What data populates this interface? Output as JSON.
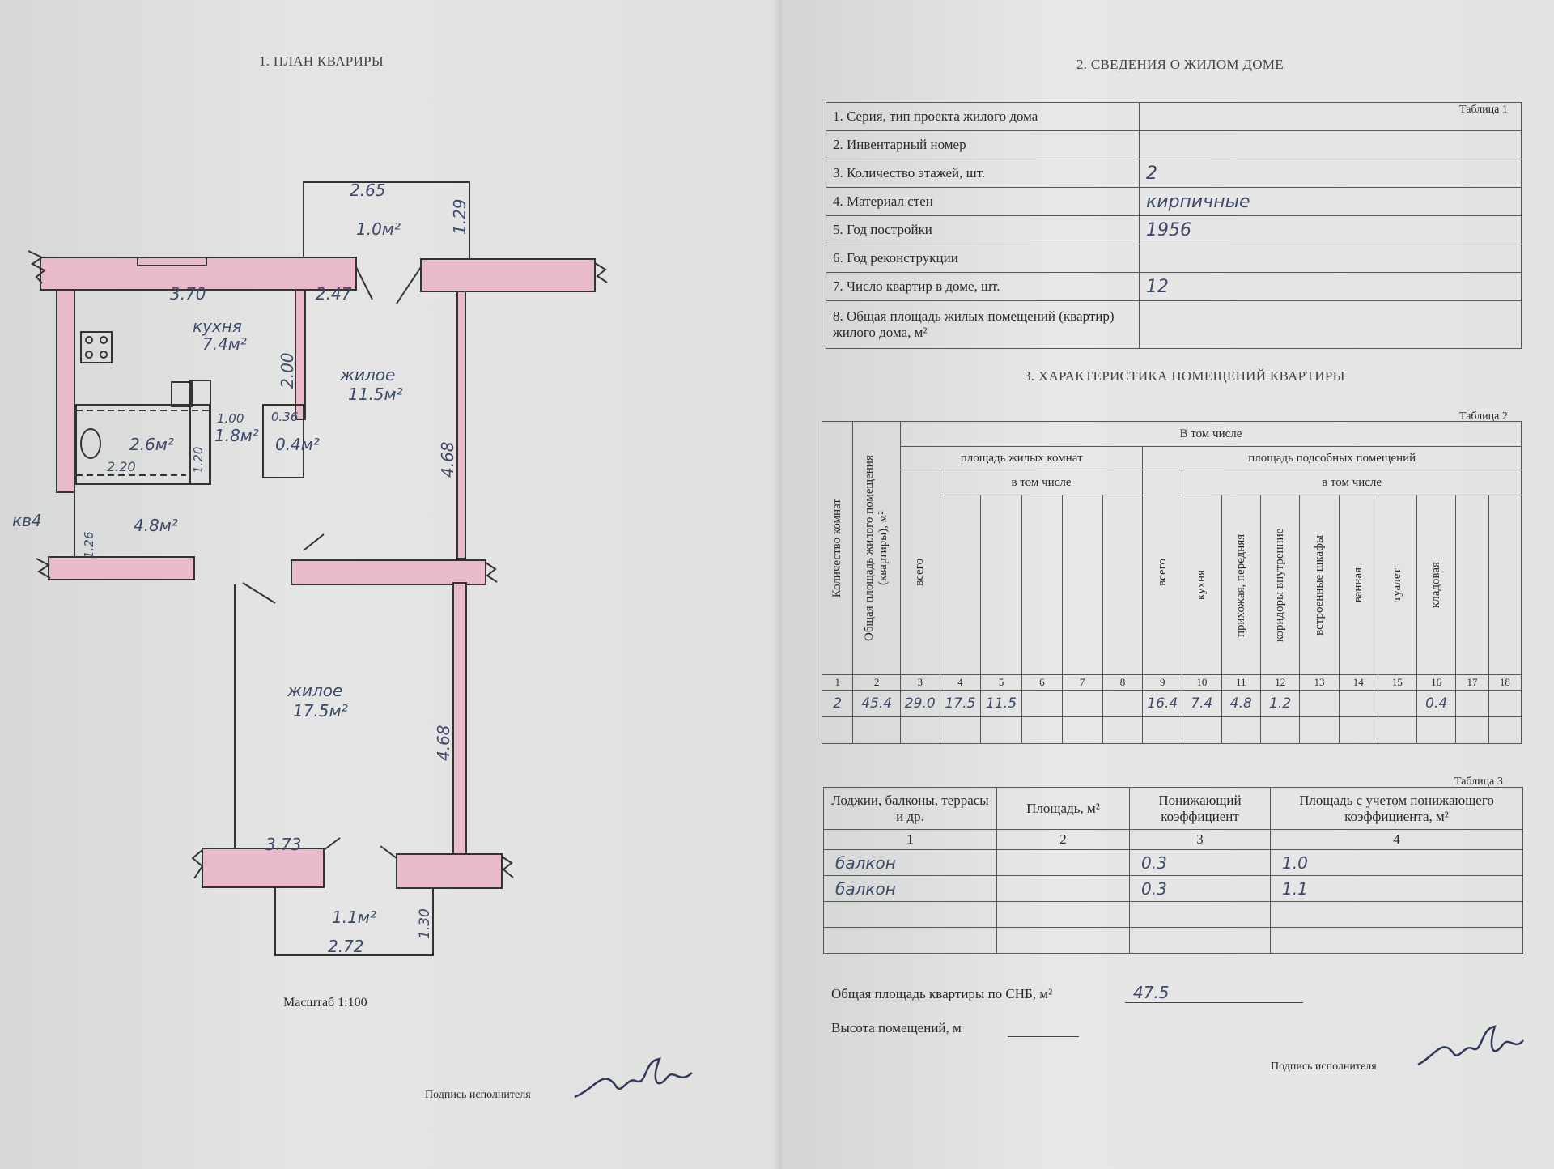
{
  "left": {
    "title": "1. ПЛАН КВАРИРЫ",
    "scale": "Масштаб 1:100",
    "signature_label": "Подпись исполнителя",
    "plan": {
      "dims": {
        "top_balcony_width": "2.65",
        "top_balcony_depth": "1.29",
        "top_balcony_area": "1.0м²",
        "kitchen_width": "3.70",
        "corridor_width": "2.47",
        "kitchen_depth": "2.00",
        "room_right_length": "4.68",
        "bath_width": "2.20",
        "wc_width": "1.00",
        "wc_depth": "1.20",
        "closet_width": "0.36",
        "hall_depth": "1.26",
        "room_bottom_length": "4.68",
        "bottom_room_width": "3.73",
        "bottom_balcony_depth": "1.30",
        "bottom_balcony_width": "2.72"
      },
      "rooms": {
        "kitchen_name": "кухня",
        "kitchen_area": "7.4м²",
        "room1_name": "жилое",
        "room1_area": "11.5м²",
        "bath_area": "2.6м²",
        "wc_area": "1.8м²",
        "closet_area": "0.4м²",
        "hall_area": "4.8м²",
        "room2_name": "жилое",
        "room2_area": "17.5м²",
        "bottom_balcony_area": "1.1м²",
        "apt_code": "кв4"
      }
    }
  },
  "right": {
    "title2": "2. СВЕДЕНИЯ О ЖИЛОМ ДОМЕ",
    "table1_caption": "Таблица 1",
    "table1": [
      {
        "label": "1.  Серия, тип проекта жилого дома",
        "value": ""
      },
      {
        "label": "2. Инвентарный номер",
        "value": ""
      },
      {
        "label": "3. Количество этажей, шт.",
        "value": "2"
      },
      {
        "label": "4. Материал стен",
        "value": "кирпичные"
      },
      {
        "label": "5. Год постройки",
        "value": "1956"
      },
      {
        "label": "6. Год реконструкции",
        "value": ""
      },
      {
        "label": "7. Число квартир в доме, шт.",
        "value": "12"
      },
      {
        "label": "8. Общая площадь жилых помещений (квартир) жилого дома, м²",
        "value": ""
      }
    ],
    "title3": "3. ХАРАКТЕРИСТИКА ПОМЕЩЕНИЙ КВАРТИРЫ",
    "table2_caption": "Таблица 2",
    "table2": {
      "h_rooms": "Количество комнат",
      "h_total": "Общая площадь жилого помещения (квартиры), м²",
      "h_incl": "В том числе",
      "h_living": "площадь жилых комнат",
      "h_aux": "площадь подсобных помещений",
      "h_incl2": "в том числе",
      "h_incl3": "в том числе",
      "h_all": "всего",
      "h_all2": "всего",
      "h_kitchen": "кухня",
      "h_hall": "прихожая, передняя",
      "h_corr": "коридоры внутренние",
      "h_closets": "встроенные шкафы",
      "h_bath": "ванная",
      "h_wc": "туалет",
      "h_pantry": "кладовая",
      "nums": [
        "1",
        "2",
        "3",
        "4",
        "5",
        "6",
        "7",
        "8",
        "9",
        "10",
        "11",
        "12",
        "13",
        "14",
        "15",
        "16",
        "17",
        "18"
      ],
      "row": [
        "2",
        "45.4",
        "29.0",
        "17.5",
        "11.5",
        "",
        "",
        "",
        "16.4",
        "7.4",
        "4.8",
        "1.2",
        "",
        "",
        "",
        "0.4",
        "",
        ""
      ]
    },
    "table3_caption": "Таблица 3",
    "table3": {
      "h1": "Лоджии, балконы, террасы и др.",
      "h2": "Площадь, м²",
      "h3": "Понижающий коэффициент",
      "h4": "Площадь с учетом понижающего коэффициента, м²",
      "nums": [
        "1",
        "2",
        "3",
        "4"
      ],
      "rows": [
        [
          "балкон",
          "",
          "0.3",
          "1.0"
        ],
        [
          "балкон",
          "",
          "0.3",
          "1.1"
        ]
      ]
    },
    "total_label": "Общая площадь квартиры по СНБ, м²",
    "total_value": "47.5",
    "height_label": "Высота помещений, м",
    "signature_label": "Подпись исполнителя"
  }
}
